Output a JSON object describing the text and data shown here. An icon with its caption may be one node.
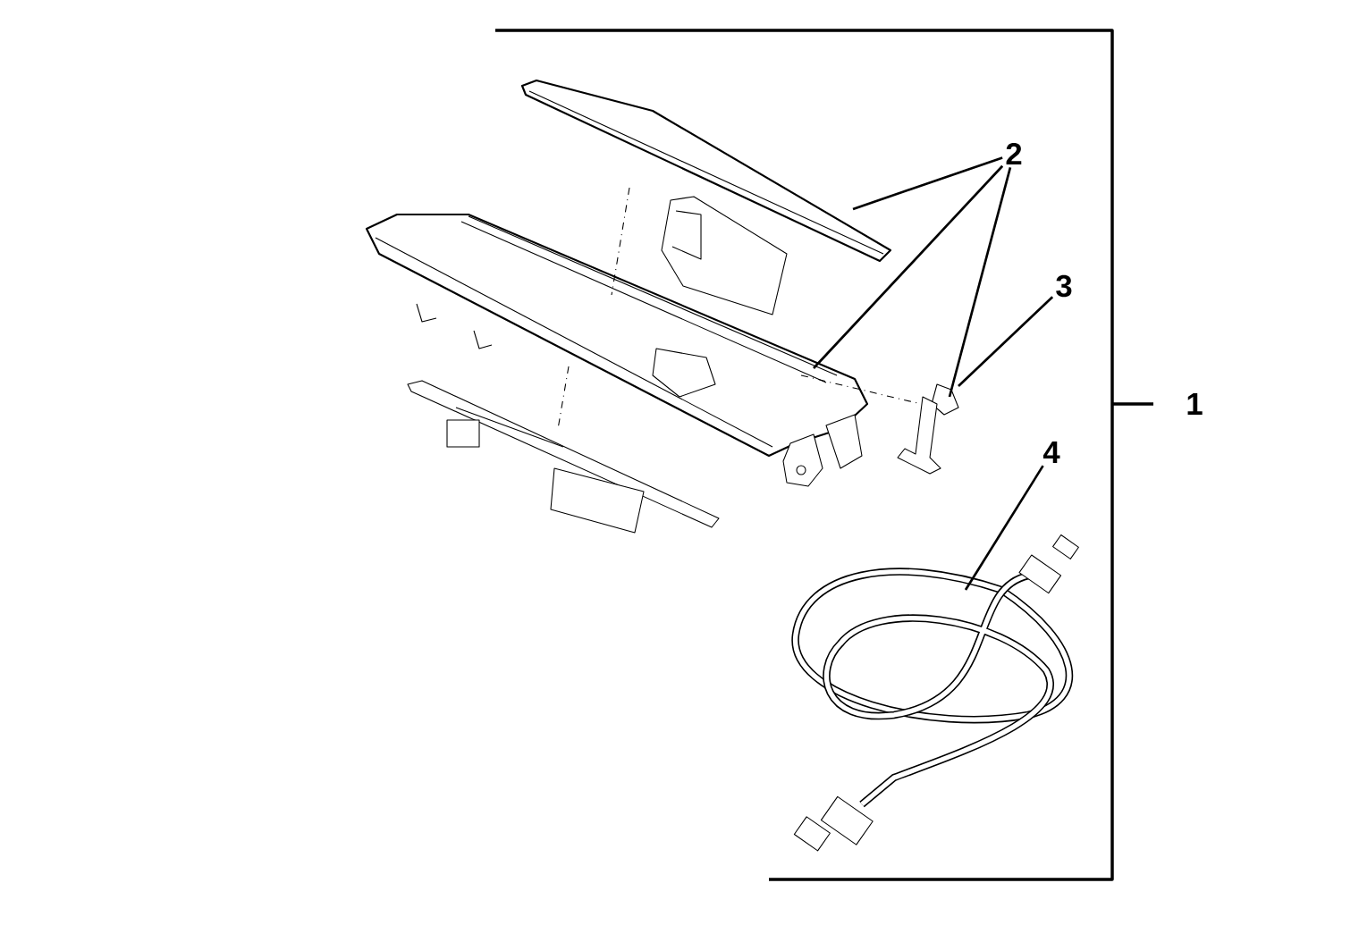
{
  "diagram": {
    "nodes": [
      {
        "text": [
          "2"
        ]
      },
      {
        "text": [
          "3"
        ]
      },
      {
        "text": [
          "4"
        ]
      },
      {
        "text": [],
        "shape": "picture"
      },
      {
        "text": [],
        "shape": "picture"
      },
      {
        "text": [],
        "shape": "picture"
      },
      {
        "text": [],
        "shape": "picture"
      }
    ],
    "edges": [
      {
        "from": 0,
        "to": 3,
        "arrow": "none"
      },
      {
        "from": 0,
        "to": 4,
        "arrow": "none"
      },
      {
        "from": 0,
        "to": 5,
        "arrow": "none"
      },
      {
        "from": 1,
        "to": 5,
        "arrow": "none"
      },
      {
        "from": 2,
        "to": 6,
        "arrow": "none"
      }
    ],
    "labels": [
      "1"
    ]
  }
}
